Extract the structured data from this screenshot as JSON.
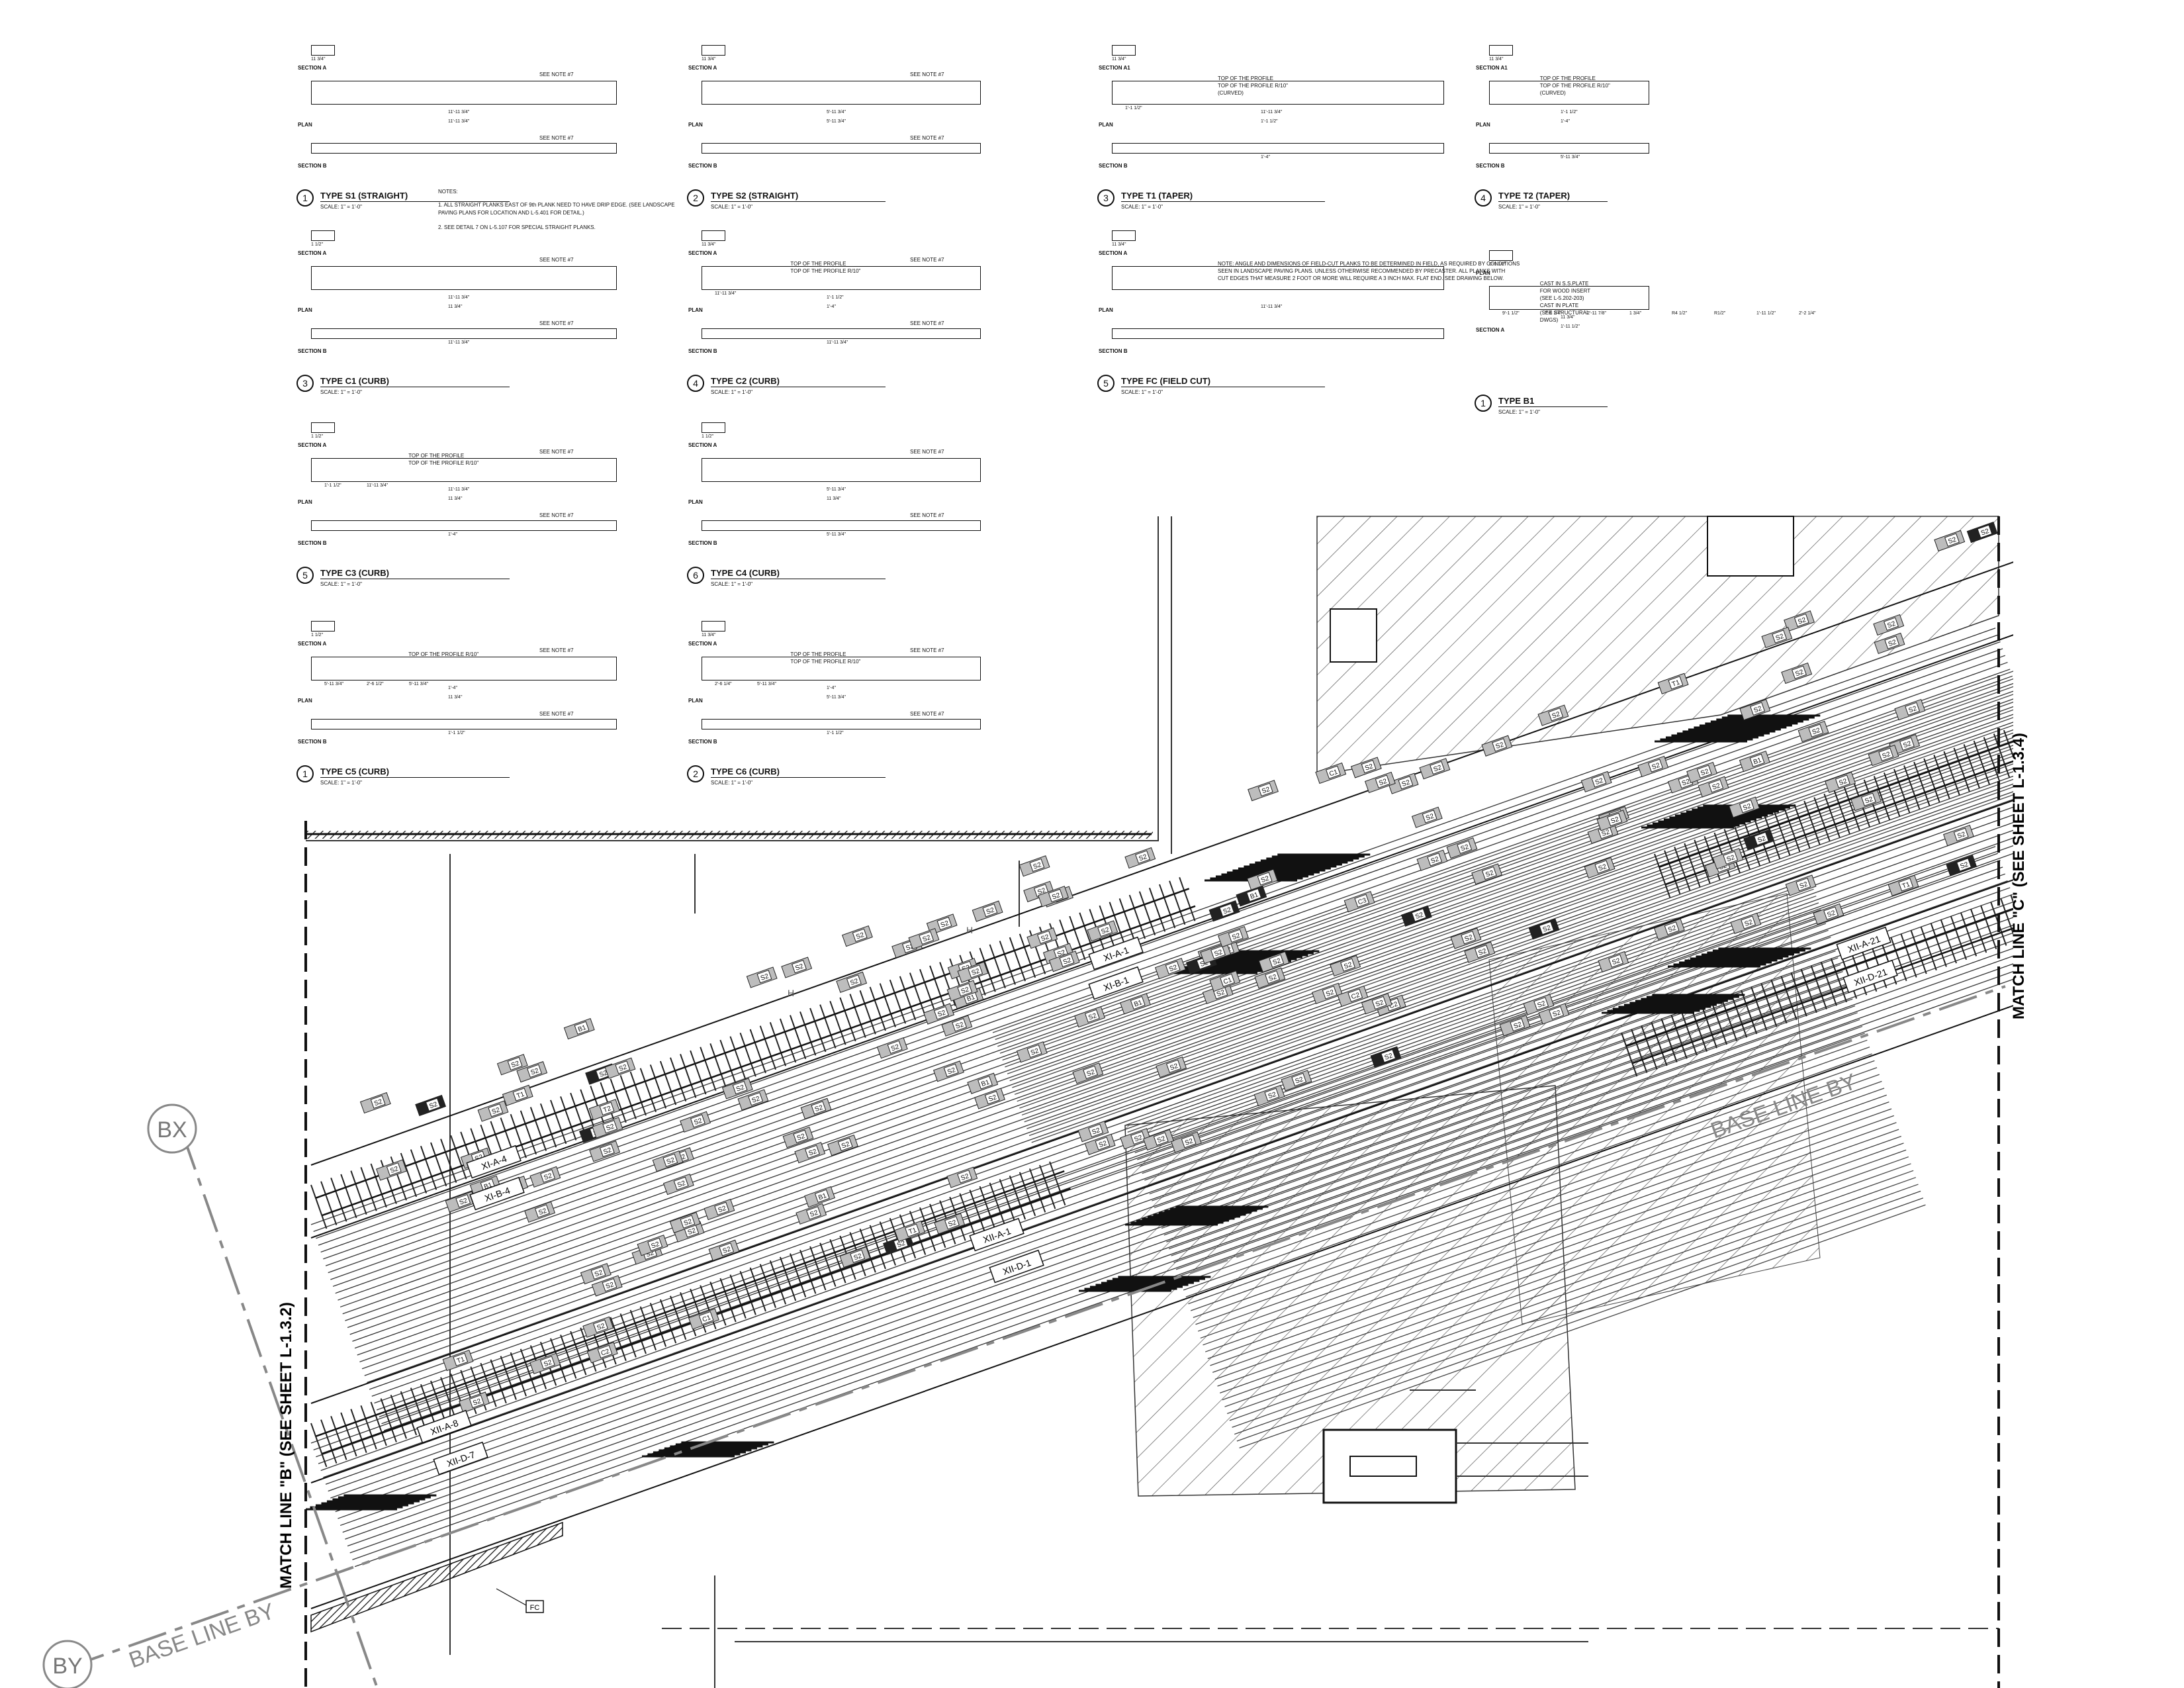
{
  "details": [
    {
      "id": "d1",
      "num": "1",
      "title": "TYPE S1 (STRAIGHT)",
      "scale": "SCALE:  1\" = 1'-0\"",
      "labels": [
        "SECTION A",
        "PLAN",
        "SECTION B"
      ],
      "dims": [
        "11 3/4\"",
        "11'-11 3/4\"",
        "11'-11 3/4\""
      ],
      "note": "SEE NOTE #7"
    },
    {
      "id": "d2",
      "num": "2",
      "title": "TYPE S2 (STRAIGHT)",
      "scale": "SCALE:  1\" = 1'-0\"",
      "labels": [
        "SECTION A",
        "PLAN",
        "SECTION B"
      ],
      "dims": [
        "11 3/4\"",
        "5'-11 3/4\"",
        "5'-11 3/4\""
      ],
      "note": "SEE NOTE #7"
    },
    {
      "id": "d3",
      "num": "3",
      "title": "TYPE C1 (CURB)",
      "scale": "SCALE:  1\" = 1'-0\"",
      "labels": [
        "SECTION A",
        "PLAN",
        "SECTION B"
      ],
      "dims": [
        "1 1/2\"",
        "11 3/4\"",
        "11'-11 3/4\"",
        "11'-11 3/4\""
      ],
      "note": "SEE NOTE #7"
    },
    {
      "id": "d4",
      "num": "4",
      "title": "TYPE C2 (CURB)",
      "scale": "SCALE:  1\" = 1'-0\"",
      "labels": [
        "SECTION A",
        "PLAN",
        "SECTION B"
      ],
      "dims": [
        "11 3/4\"",
        "1'-4\"",
        "1'-1 1/2\"",
        "11'-11 3/4\"",
        "11'-11 3/4\""
      ],
      "note": "SEE NOTE #7",
      "extra": [
        "TOP OF THE PROFILE",
        "TOP OF THE PROFILE R/10\""
      ]
    },
    {
      "id": "d5",
      "num": "5",
      "title": "TYPE C3 (CURB)",
      "scale": "SCALE:  1\" = 1'-0\"",
      "labels": [
        "SECTION A",
        "PLAN",
        "SECTION B"
      ],
      "dims": [
        "1 1/2\"",
        "11 3/4\"",
        "11'-11 3/4\"",
        "1'-4\"",
        "1'-1 1/2\"",
        "11'-11 3/4\""
      ],
      "note": "SEE NOTE #7",
      "extra": [
        "TOP OF THE PROFILE",
        "TOP OF THE PROFILE R/10\""
      ]
    },
    {
      "id": "d6",
      "num": "6",
      "title": "TYPE C4 (CURB)",
      "scale": "SCALE:  1\" = 1'-0\"",
      "labels": [
        "SECTION A",
        "PLAN",
        "SECTION B"
      ],
      "dims": [
        "1 1/2\"",
        "11 3/4\"",
        "5'-11 3/4\"",
        "5'-11 3/4\""
      ],
      "note": "SEE NOTE #7"
    },
    {
      "id": "d7",
      "num": "1",
      "title": "TYPE C5 (CURB)",
      "scale": "SCALE:  1\" = 1'-0\"",
      "labels": [
        "SECTION A",
        "PLAN",
        "SECTION B"
      ],
      "dims": [
        "1 1/2\"",
        "11 3/4\"",
        "1'-4\"",
        "1'-1 1/2\"",
        "5'-11 3/4\"",
        "2'-6 1/2\"",
        "5'-11 3/4\""
      ],
      "note": "SEE NOTE #7",
      "extra": [
        "TOP OF THE PROFILE R/10\""
      ]
    },
    {
      "id": "d8",
      "num": "2",
      "title": "TYPE C6 (CURB)",
      "scale": "SCALE:  1\" = 1'-0\"",
      "labels": [
        "SECTION A",
        "PLAN",
        "SECTION B"
      ],
      "dims": [
        "11 3/4\"",
        "5'-11 3/4\"",
        "1'-4\"",
        "1'-1 1/2\"",
        "2'-6 1/4\"",
        "5'-11 3/4\""
      ],
      "note": "SEE NOTE #7",
      "extra": [
        "TOP OF THE PROFILE",
        "TOP OF THE PROFILE R/10\""
      ]
    },
    {
      "id": "d9",
      "num": "3",
      "title": "TYPE T1 (TAPER)",
      "scale": "SCALE:  1\" = 1'-0\"",
      "labels": [
        "SECTION A1",
        "PLAN",
        "SECTION B"
      ],
      "dims": [
        "11 3/4\"",
        "1'-1 1/2\"",
        "11'-11 3/4\"",
        "1'-4\"",
        "1'-1 1/2\""
      ],
      "note": "",
      "extra": [
        "TOP OF THE PROFILE",
        "TOP OF THE PROFILE R/10\"",
        "(CURVED)"
      ]
    },
    {
      "id": "d10",
      "num": "4",
      "title": "TYPE T2 (TAPER)",
      "scale": "SCALE:  1\" = 1'-0\"",
      "labels": [
        "SECTION A1",
        "PLAN",
        "SECTION B"
      ],
      "dims": [
        "11 3/4\"",
        "1'-4\"",
        "1'-1 1/2\"",
        "5'-11 3/4\""
      ],
      "note": "",
      "extra": [
        "TOP OF THE PROFILE",
        "TOP OF THE PROFILE R/10\"",
        "(CURVED)"
      ]
    },
    {
      "id": "d11",
      "num": "5",
      "title": "TYPE FC (FIELD CUT)",
      "scale": "SCALE:  1\" = 1'-0\"",
      "labels": [
        "SECTION A",
        "PLAN",
        "SECTION B"
      ],
      "dims": [
        "11 3/4\"",
        "11'-11 3/4\""
      ],
      "note": "",
      "extra": [
        "NOTE: ANGLE AND DIMENSIONS OF FIELD-CUT PLANKS TO BE DETERMINED IN FIELD, AS REQUIRED BY CONDITIONS",
        "SEEN IN LANDSCAPE PAVING PLANS. UNLESS OTHERWISE RECOMMENDED BY PRECASTER.  ALL PLANKS WITH",
        "CUT EDGES THAT MEASURE 2 FOOT OR MORE WILL REQUIRE A 3 INCH MAX. FLAT END. SEE DRAWING BELOW."
      ]
    },
    {
      "id": "d12",
      "num": "1",
      "title": "TYPE B1",
      "scale": "SCALE:  1\" = 1'-0\"",
      "labels": [
        "PLAN",
        "SECTION A"
      ],
      "dims": [
        "6'-1 1/2\"",
        "1'-11 1/2\"",
        "11 3/4\"",
        "2'-2 1/4\"",
        "9'-1 1/2\"",
        "7'-6 1/4\"",
        "2'-11 7/8\"",
        "1 3/4\"",
        "R4 1/2\"",
        "R1/2\"",
        "1'-11 1/2\"",
        "2'-2 1/4\""
      ],
      "note": "",
      "extra": [
        "CAST IN S.S.PLATE",
        "FOR WOOD INSERT",
        "(SEE L-5.202-203)",
        "CAST IN PLATE",
        "(SEE STRUCTURAL",
        "DWGS)"
      ]
    }
  ],
  "notes": {
    "heading": "NOTES:",
    "lines": [
      "1.    ALL STRAIGHT PLANKS EAST OF 9th PLANK NEED TO HAVE DRIP EDGE. (SEE LANDSCAPE",
      "        PAVING PLANS FOR LOCATION AND L-5.401 FOR DETAIL.)",
      "2.    SEE DETAIL 7 ON L-5.107 FOR SPECIAL STRAIGHT PLANKS."
    ]
  },
  "plan": {
    "track_labels": [
      "XI-A-1",
      "XI-B-1",
      "XI-A-4",
      "XI-B-4",
      "XII-A-1",
      "XII-D-1",
      "XII-A-8",
      "XII-D-7",
      "XII-A-21",
      "XII-D-21"
    ],
    "plank_tag_common": "S2",
    "plank_tags_other": [
      "C1",
      "C2",
      "C3",
      "B1",
      "T1",
      "T2"
    ],
    "grid_bubbles": [
      "BX",
      "BY"
    ],
    "baselines": [
      "BASE LINE BY",
      "BASE LINE BY"
    ],
    "match_line_left": "MATCH LINE \"B\" (SEE SHEET L-1.3.2)",
    "match_line_right": "MATCH LINE \"C\" (SEE SHEET L-1.3.4)",
    "small_tags": [
      "H",
      "H",
      "FC"
    ]
  }
}
